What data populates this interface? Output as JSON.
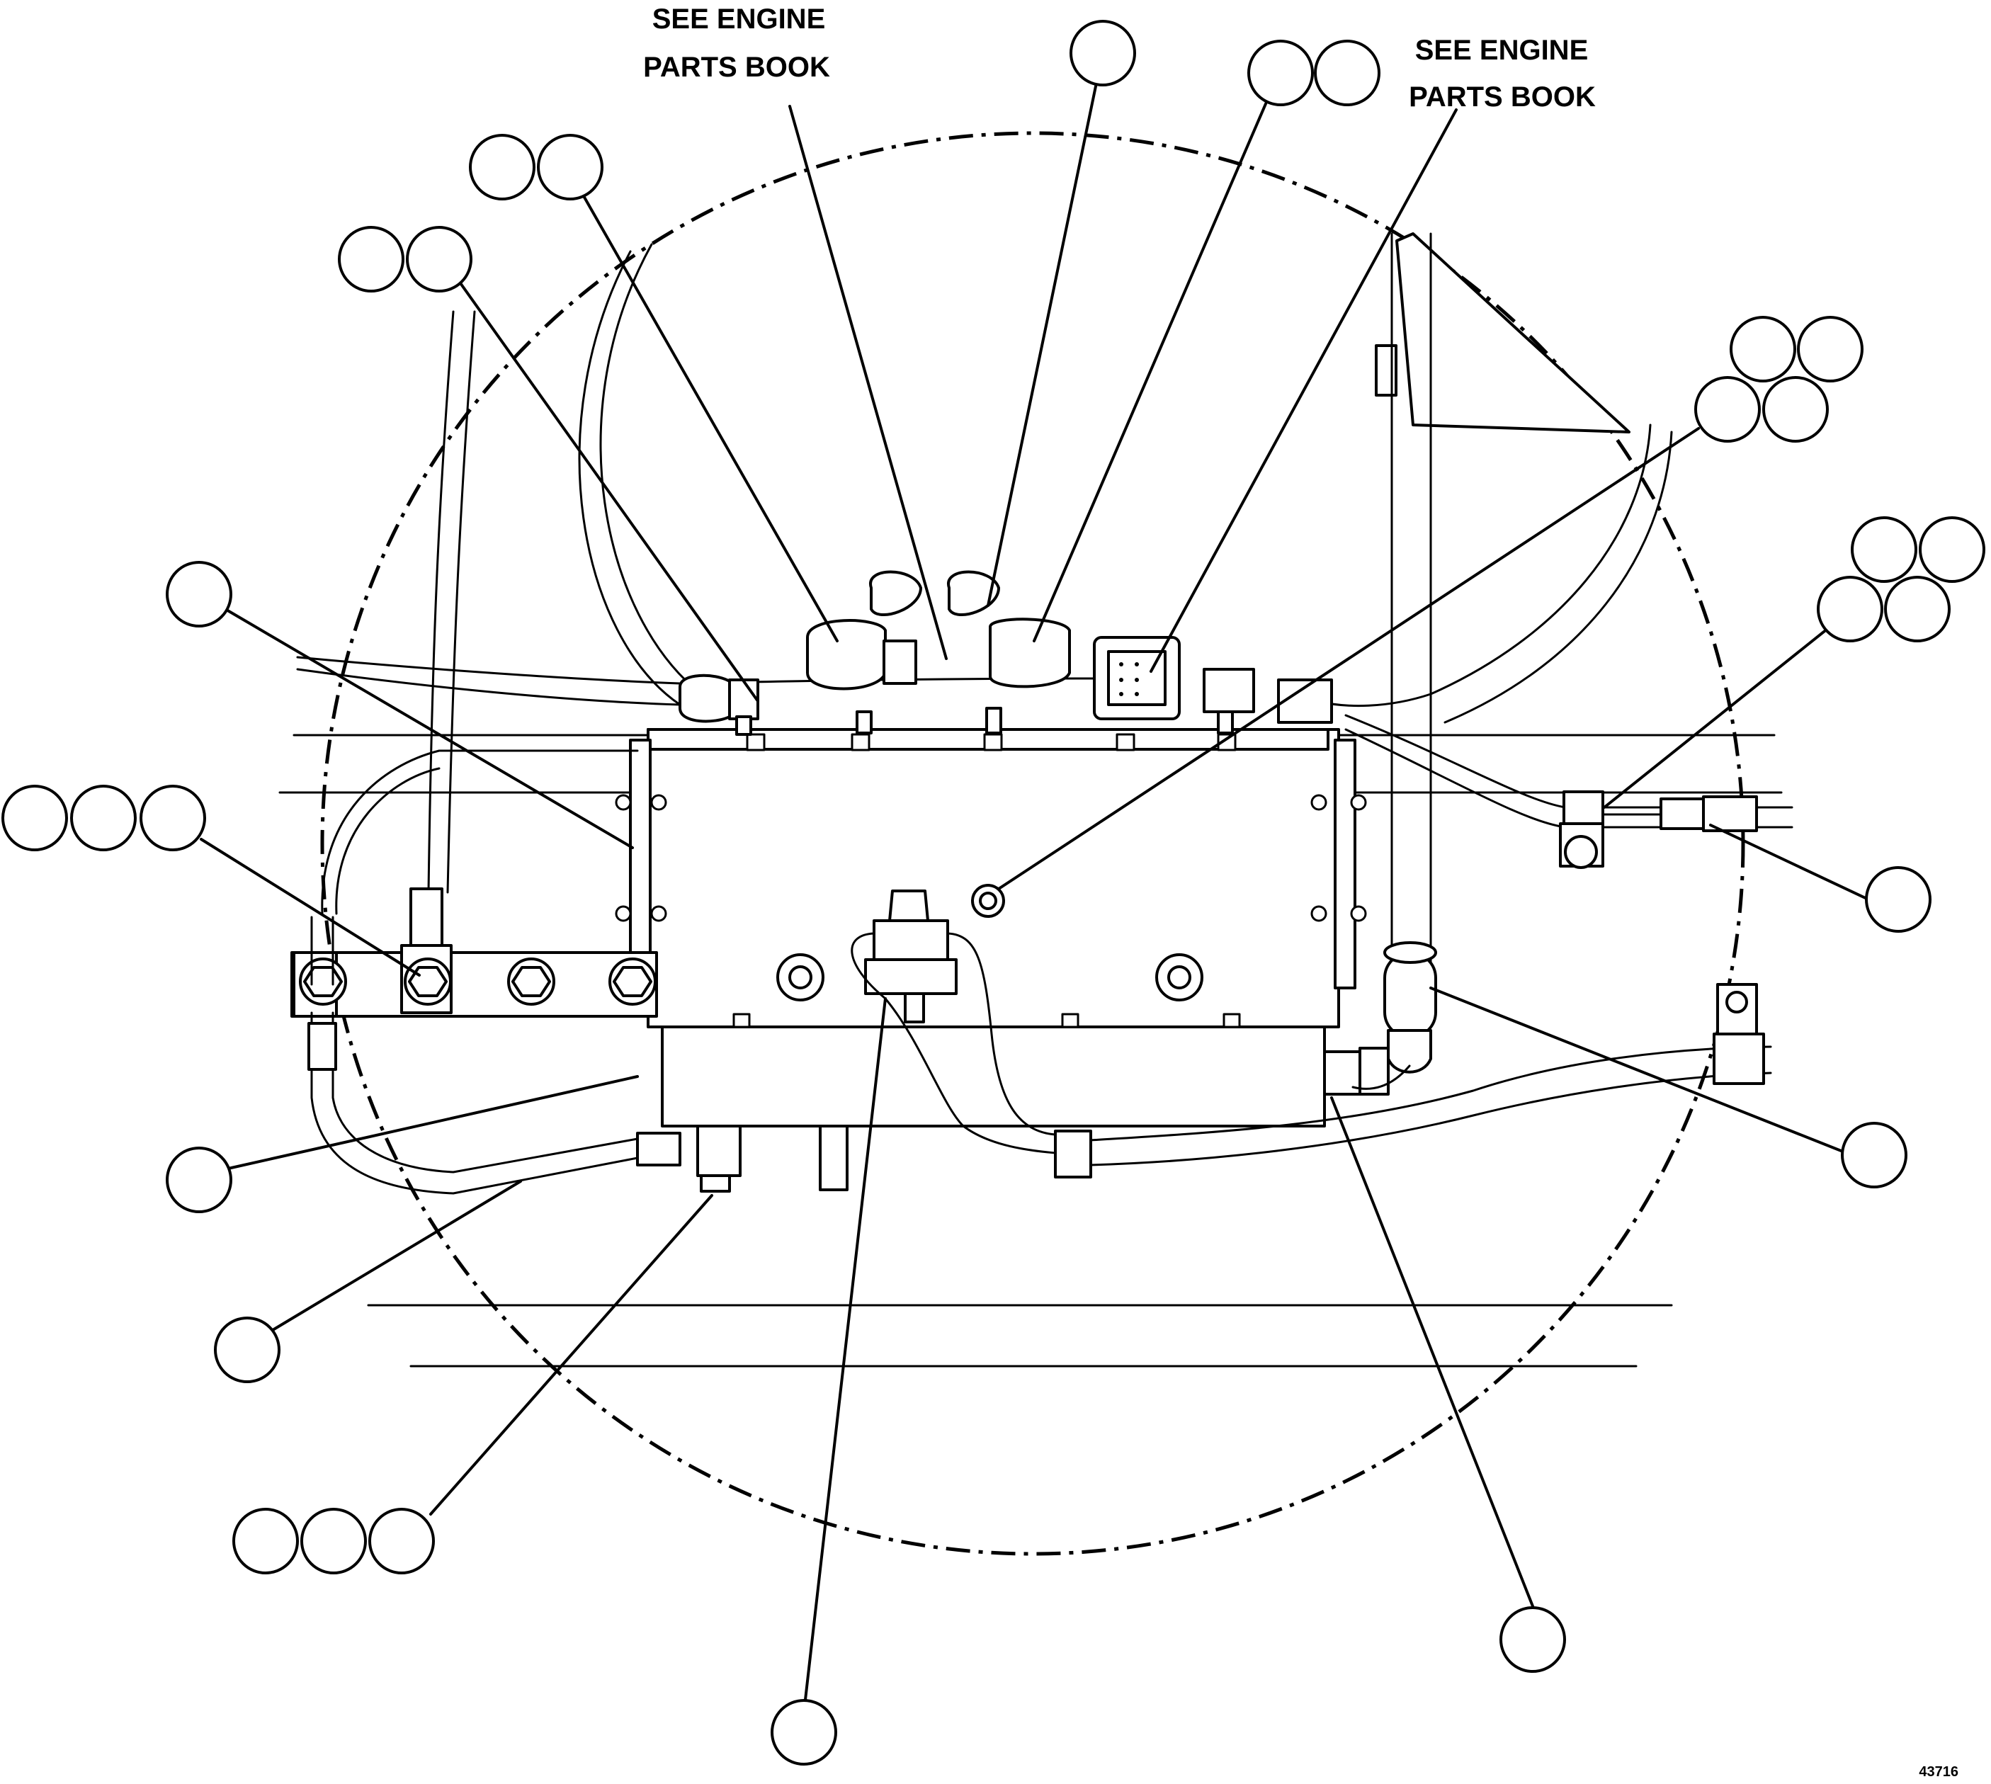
{
  "notes": {
    "engine_ref_left_line1": "SEE ENGINE",
    "engine_ref_left_line2": "PARTS BOOK",
    "engine_ref_right_line1": "SEE ENGINE",
    "engine_ref_right_line2": "PARTS BOOK"
  },
  "figure_number": "43716"
}
